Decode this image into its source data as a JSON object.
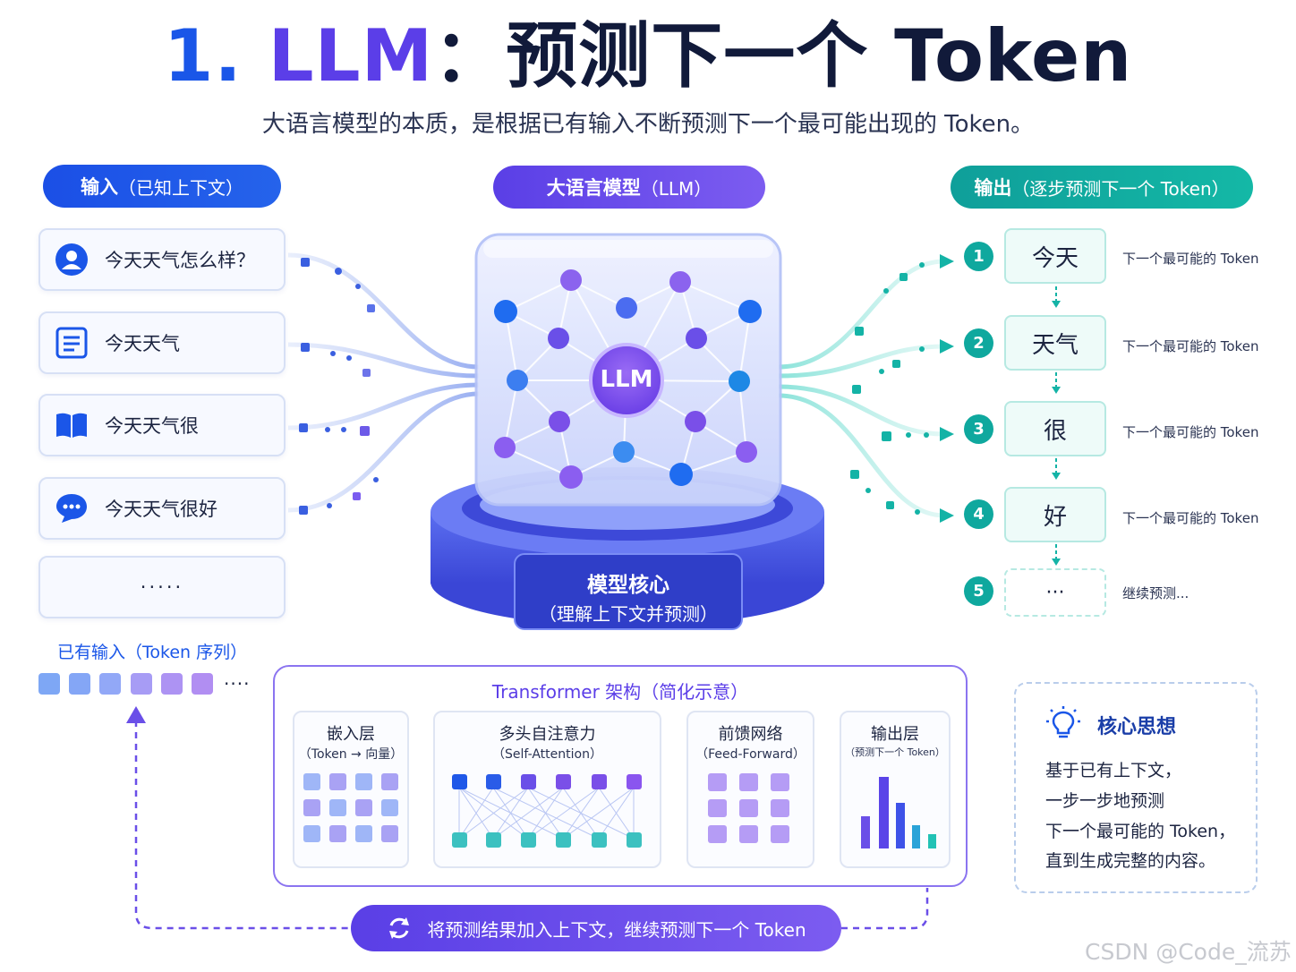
{
  "title": {
    "num": "1.",
    "llm": "LLM",
    "rest": "：预测下一个 Token"
  },
  "subtitle": "大语言模型的本质，是根据已有输入不断预测下一个最可能出现的 Token。",
  "pills": {
    "input_main": "输入",
    "input_sub": "（已知上下文）",
    "llm_main": "大语言模型",
    "llm_sub": "（LLM）",
    "output_main": "输出",
    "output_sub": "（逐步预测下一个 Token）"
  },
  "inputs": [
    {
      "text": "今天天气怎么样？",
      "icon": "user-icon"
    },
    {
      "text": "今天天气",
      "icon": "document-icon"
    },
    {
      "text": "今天天气很",
      "icon": "book-icon"
    },
    {
      "text": "今天天气很好",
      "icon": "chat-icon"
    },
    {
      "text": "·····",
      "icon": ""
    }
  ],
  "llm_center": "LLM",
  "core": {
    "line1": "模型核心",
    "line2": "（理解上下文并预测）"
  },
  "outputs": [
    {
      "num": "1",
      "token": "今天",
      "label": "下一个最可能的 Token"
    },
    {
      "num": "2",
      "token": "天气",
      "label": "下一个最可能的 Token"
    },
    {
      "num": "3",
      "token": "很",
      "label": "下一个最可能的 Token"
    },
    {
      "num": "4",
      "token": "好",
      "label": "下一个最可能的 Token"
    },
    {
      "num": "5",
      "token": "···",
      "label": "继续预测..."
    }
  ],
  "known": {
    "label": "已有输入（Token 序列）",
    "ellipsis": "····"
  },
  "transformer": {
    "title": "Transformer 架构（简化示意）",
    "blocks": [
      {
        "title": "嵌入层",
        "sub": "（Token → 向量）"
      },
      {
        "title": "多头自注意力",
        "sub": "（Self-Attention）"
      },
      {
        "title": "前馈网络",
        "sub": "（Feed-Forward）"
      },
      {
        "title": "输出层",
        "sub": "（预测下一个 Token）"
      }
    ]
  },
  "idea": {
    "title": "核心思想",
    "lines": [
      "基于已有上下文，",
      "一步一步地预测",
      "下一个最可能的 Token，",
      "直到生成完整的内容。"
    ]
  },
  "loop": "将预测结果加入上下文，继续预测下一个 Token",
  "watermark": "CSDN @Code_流苏",
  "colors": {
    "blue": "#1a56e8",
    "purple": "#5b3ee8",
    "teal": "#0fa89e"
  }
}
